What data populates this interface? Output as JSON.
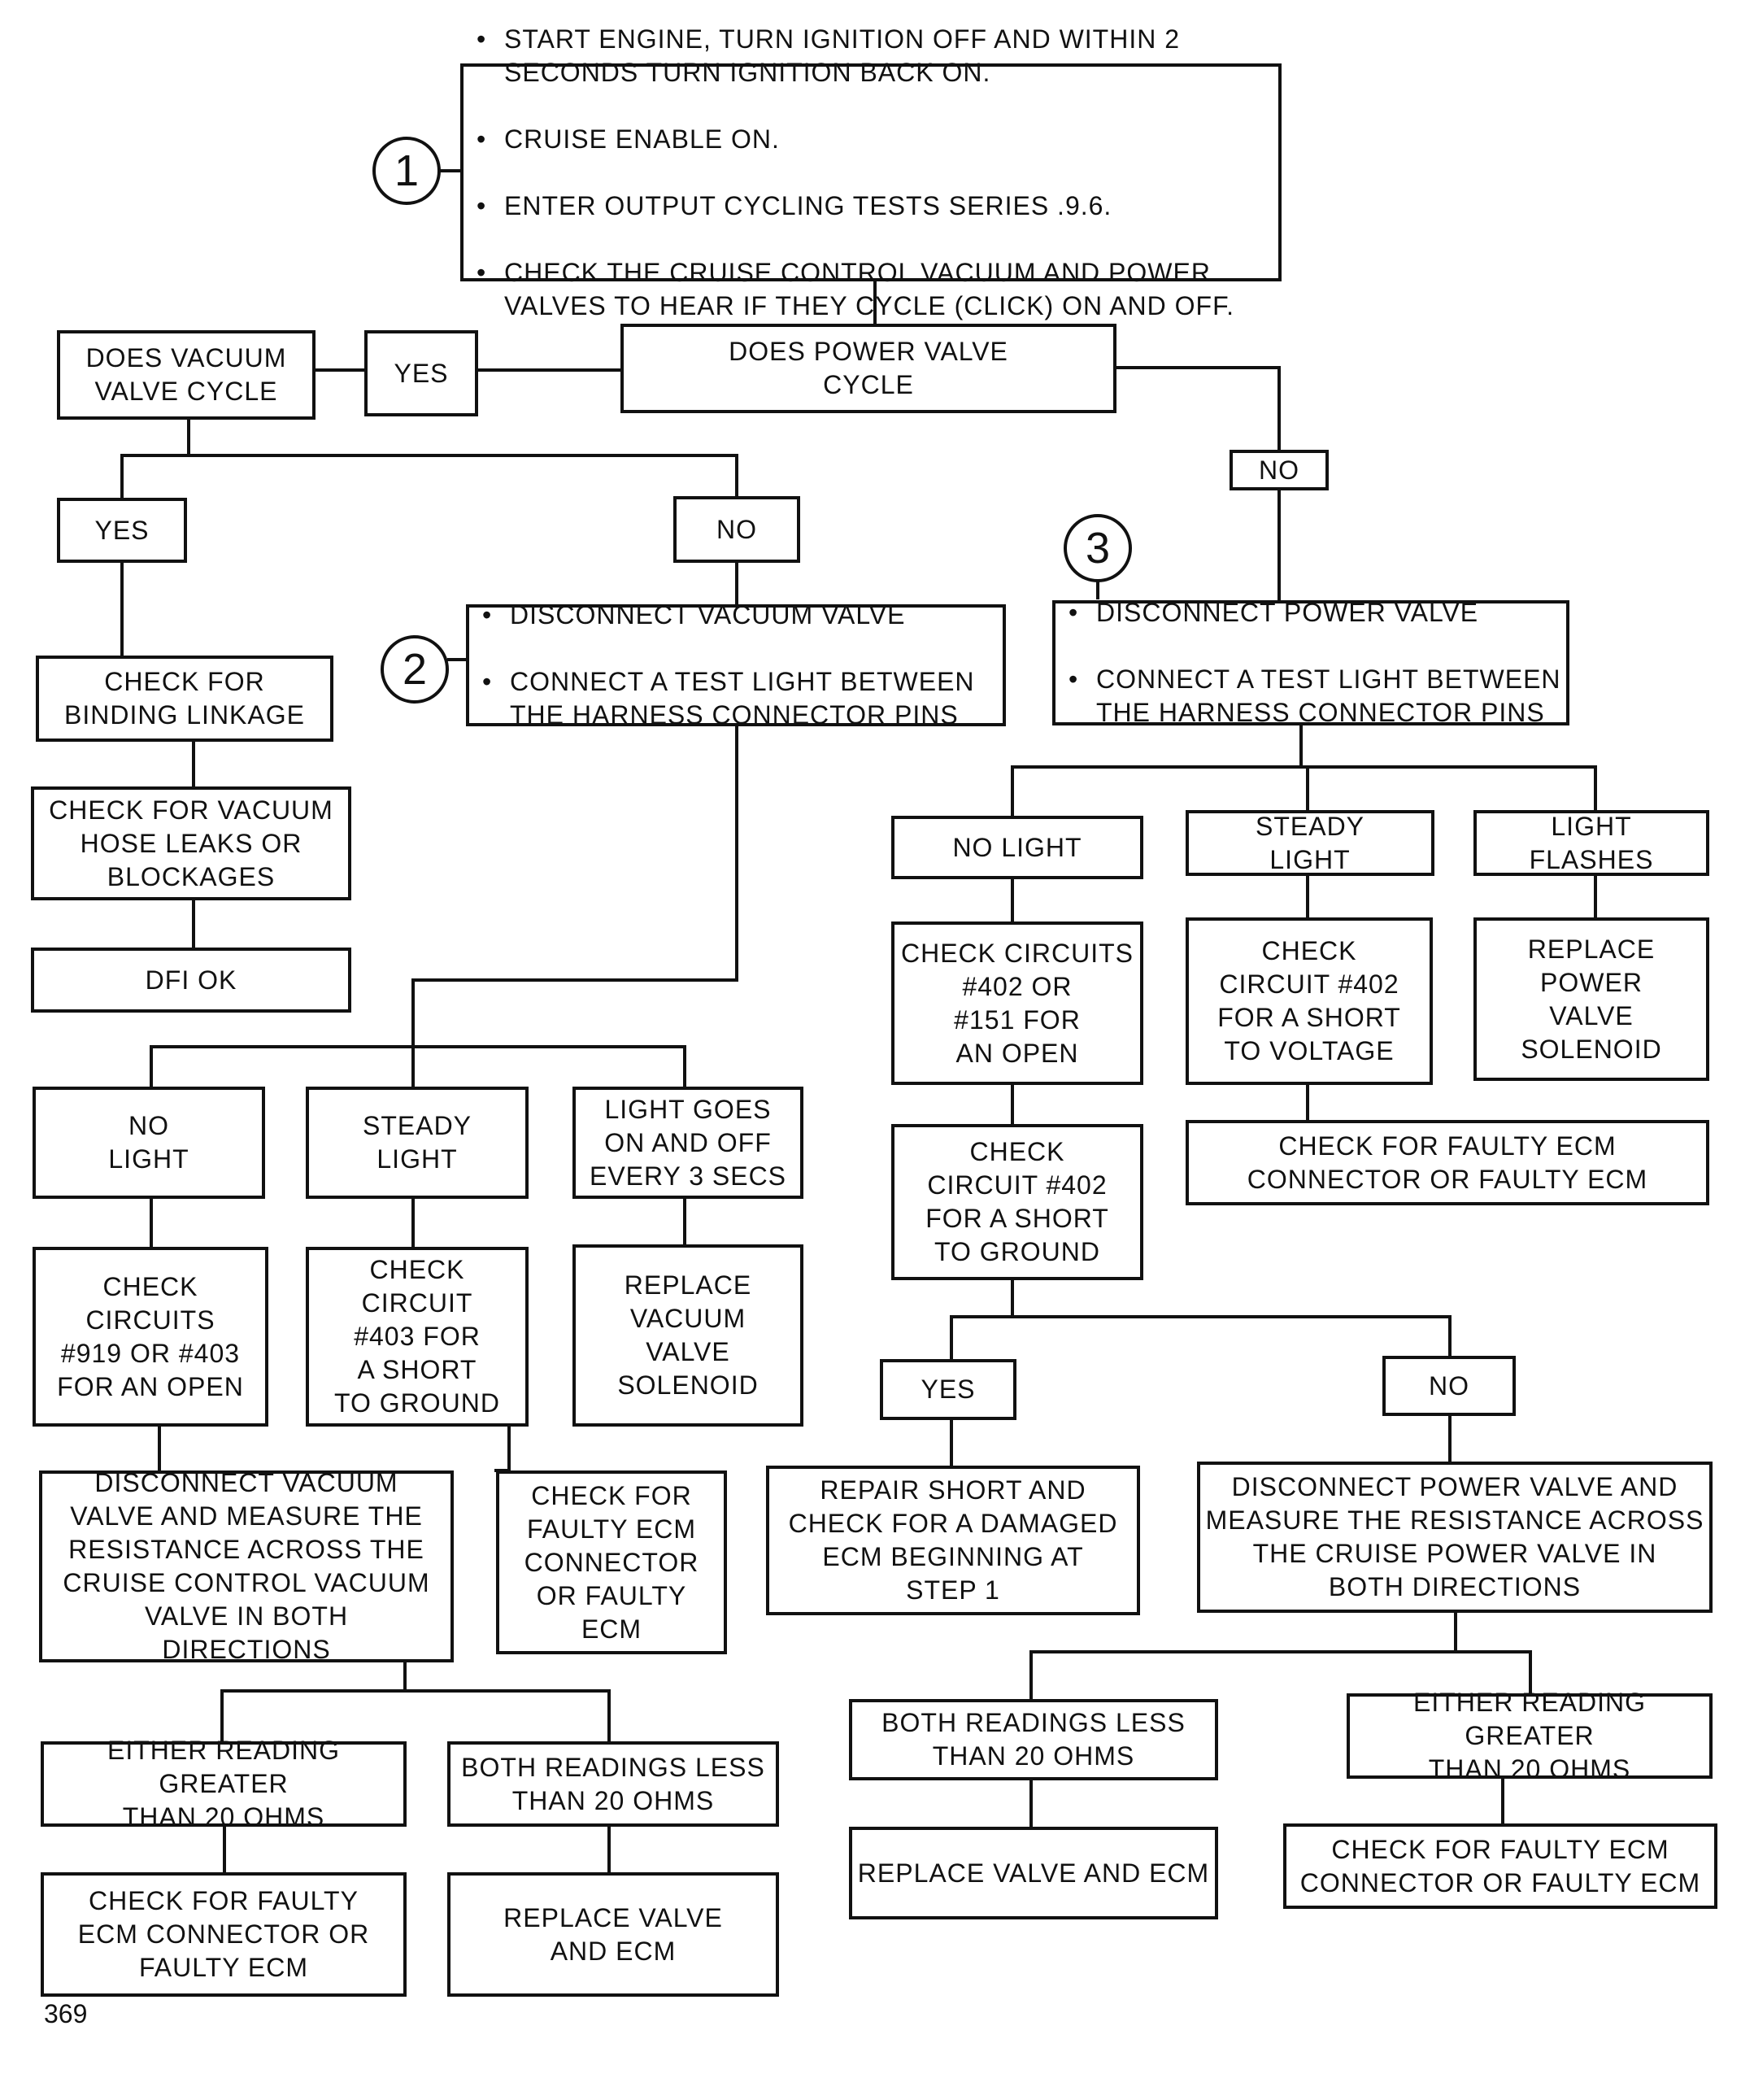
{
  "steps": [
    "1",
    "2",
    "3"
  ],
  "top": {
    "bullets": [
      "START ENGINE, TURN IGNITION OFF AND WITHIN 2\nSECONDS TURN IGNITION BACK ON.",
      "CRUISE ENABLE ON.",
      "ENTER OUTPUT CYCLING TESTS SERIES .9.6.",
      "CHECK THE CRUISE CONTROL VACUUM AND POWER\nVALVES TO HEAR IF THEY CYCLE (CLICK) ON AND OFF."
    ]
  },
  "power_valve_q": "DOES POWER VALVE\nCYCLE",
  "yes_top": "YES",
  "no_power": "NO",
  "vacuum_valve_q": "DOES VACUUM\nVALVE CYCLE",
  "yes_vac": "YES",
  "no_vac": "NO",
  "check_binding": "CHECK FOR\nBINDING LINKAGE",
  "check_hose": "CHECK FOR VACUUM\nHOSE LEAKS OR\nBLOCKAGES",
  "dfi_ok": "DFI OK",
  "step2": {
    "bullets": [
      "DISCONNECT VACUUM VALVE",
      "CONNECT A TEST LIGHT BETWEEN\nTHE HARNESS CONNECTOR PINS"
    ]
  },
  "step3": {
    "bullets": [
      "DISCONNECT POWER VALVE",
      "CONNECT A TEST LIGHT BETWEEN\nTHE HARNESS CONNECTOR PINS"
    ]
  },
  "vac_no_light": "NO\nLIGHT",
  "vac_steady_light": "STEADY\nLIGHT",
  "vac_light_goes": "LIGHT GOES\nON AND OFF\nEVERY 3 SECS",
  "vac_check_919": "CHECK\nCIRCUITS\n#919 OR #403\nFOR AN OPEN",
  "vac_check_403": "CHECK\nCIRCUIT\n#403 FOR\nA SHORT\nTO GROUND",
  "vac_replace_solenoid": "REPLACE\nVACUUM\nVALVE\nSOLENOID",
  "vac_disconnect_measure": "DISCONNECT VACUUM\nVALVE AND MEASURE THE\nRESISTANCE ACROSS THE\nCRUISE CONTROL VACUUM\nVALVE IN BOTH\nDIRECTIONS",
  "vac_faulty_ecm": "CHECK FOR\nFAULTY ECM\nCONNECTOR\nOR FAULTY\nECM",
  "vac_either_greater": "EITHER READING GREATER\nTHAN 20 OHMS",
  "vac_both_less": "BOTH READINGS LESS\nTHAN 20 OHMS",
  "vac_check_faulty_conn": "CHECK FOR FAULTY\nECM CONNECTOR OR\nFAULTY ECM",
  "vac_replace_valve_ecm": "REPLACE VALVE\nAND ECM",
  "pwr_no_light": "NO LIGHT",
  "pwr_steady_light": "STEADY\nLIGHT",
  "pwr_light_flashes": "LIGHT\nFLASHES",
  "pwr_check_402_151": "CHECK CIRCUITS\n#402 OR\n#151 FOR\nAN OPEN",
  "pwr_check_402_voltage": "CHECK\nCIRCUIT #402\nFOR A SHORT\nTO VOLTAGE",
  "pwr_replace_solenoid": "REPLACE\nPOWER\nVALVE\nSOLENOID",
  "pwr_check_402_ground": "CHECK\nCIRCUIT #402\nFOR A SHORT\nTO GROUND",
  "pwr_faulty_ecm": "CHECK FOR FAULTY ECM\nCONNECTOR OR FAULTY ECM",
  "pwr_yes": "YES",
  "pwr_no": "NO",
  "pwr_repair_short": "REPAIR SHORT AND\nCHECK FOR A DAMAGED\nECM BEGINNING AT\nSTEP 1",
  "pwr_disconnect_measure": "DISCONNECT POWER VALVE AND\nMEASURE THE RESISTANCE ACROSS\nTHE CRUISE POWER VALVE IN\nBOTH DIRECTIONS",
  "pwr_both_less": "BOTH READINGS LESS\nTHAN 20 OHMS",
  "pwr_either_greater": "EITHER READING GREATER\nTHAN 20 OHMS",
  "pwr_replace_valve_ecm": "REPLACE VALVE AND ECM",
  "pwr_check_faulty_conn": "CHECK FOR FAULTY ECM\nCONNECTOR OR FAULTY ECM",
  "page_number": "369"
}
